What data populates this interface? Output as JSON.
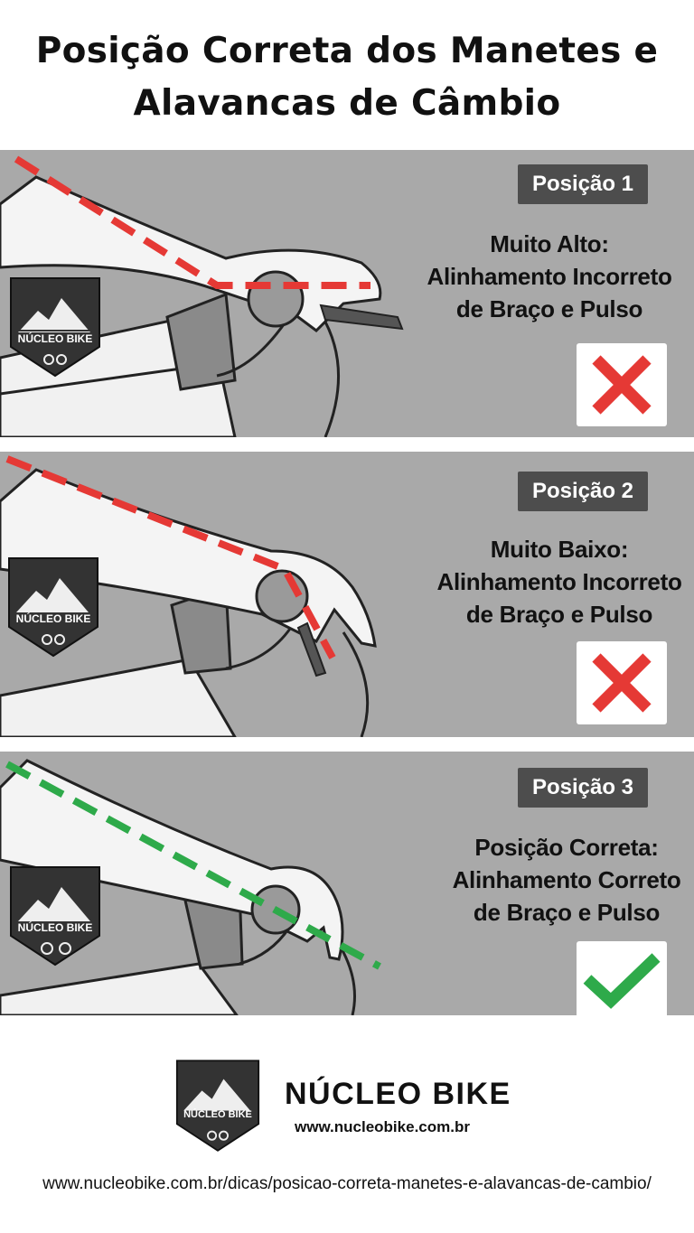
{
  "title_line1": "Posição Correta dos Manetes e",
  "title_line2": "Alavancas de Câmbio",
  "brand": "NÚCLEO BIKE",
  "logo_text": "NÚCLEO BIKE",
  "panels": [
    {
      "badge": "Posição 1",
      "line1": "Muito Alto:",
      "line2": "Alinhamento Incorreto",
      "line3": "de Braço e Pulso",
      "status": "incorrect",
      "status_icon": "cross-icon",
      "line_color": "#e53935"
    },
    {
      "badge": "Posição 2",
      "line1": "Muito Baixo:",
      "line2": "Alinhamento Incorreto",
      "line3": "de Braço e Pulso",
      "status": "incorrect",
      "status_icon": "cross-icon",
      "line_color": "#e53935"
    },
    {
      "badge": "Posição 3",
      "line1": "Posição Correta:",
      "line2": "Alinhamento Correto",
      "line3": "de Braço e Pulso",
      "status": "correct",
      "status_icon": "check-icon",
      "line_color": "#2eaa4a"
    }
  ],
  "footer": {
    "brand": "NÚCLEO BIKE",
    "site": "www.nucleobike.com.br",
    "url": "www.nucleobike.com.br/dicas/posicao-correta-manetes-e-alavancas-de-cambio/"
  },
  "colors": {
    "panel_bg": "#a9a9a9",
    "badge_bg": "#4d4d4d",
    "incorrect": "#e53935",
    "correct": "#2eaa4a"
  }
}
